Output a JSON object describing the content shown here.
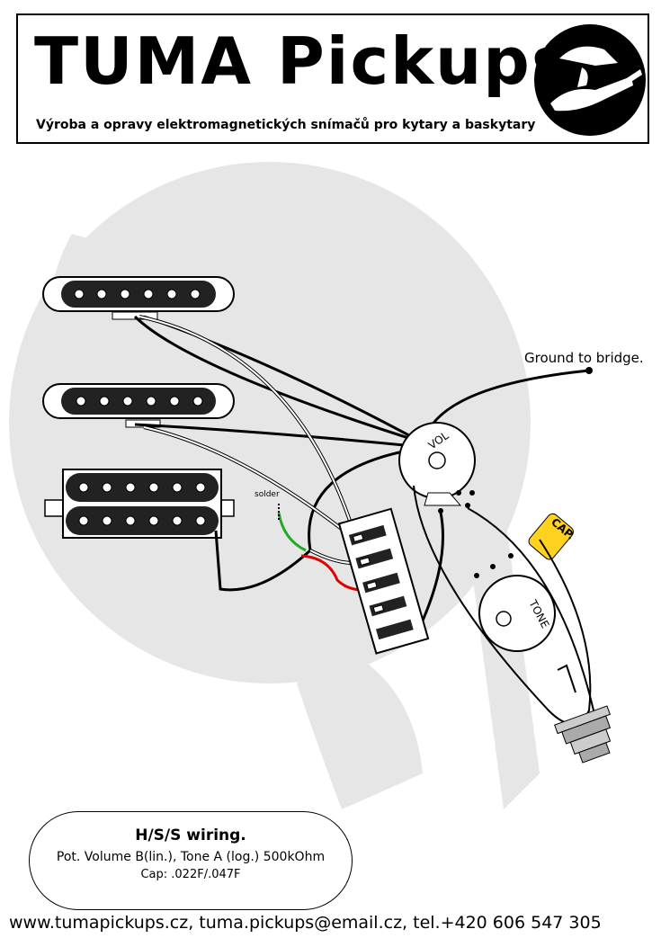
{
  "header": {
    "brand": "TUMA Pickups",
    "tagline": "Výroba a opravy elektromagnetických snímačů pro kytary a baskytary"
  },
  "diagram": {
    "ground_label": "Ground to bridge.",
    "solder_label": "solder",
    "volume_pot_label": "VOL",
    "tone_pot_label": "TONE",
    "capacitor_label": "CAP.",
    "colors": {
      "wire_black": "#000000",
      "wire_white": "#ffffff",
      "wire_red": "#e00000",
      "wire_green": "#22aa22",
      "capacitor_fill": "#ffd21f",
      "background_art": "#e6e6e6"
    }
  },
  "info": {
    "title": "H/S/S wiring.",
    "line1": "Pot. Volume B(lin.), Tone A (log.) 500kOhm",
    "line2": "Cap: .022F/.047F"
  },
  "footer": {
    "contact": "www.tumapickups.cz, tuma.pickups@email.cz,  tel.+420 606 547 305"
  }
}
